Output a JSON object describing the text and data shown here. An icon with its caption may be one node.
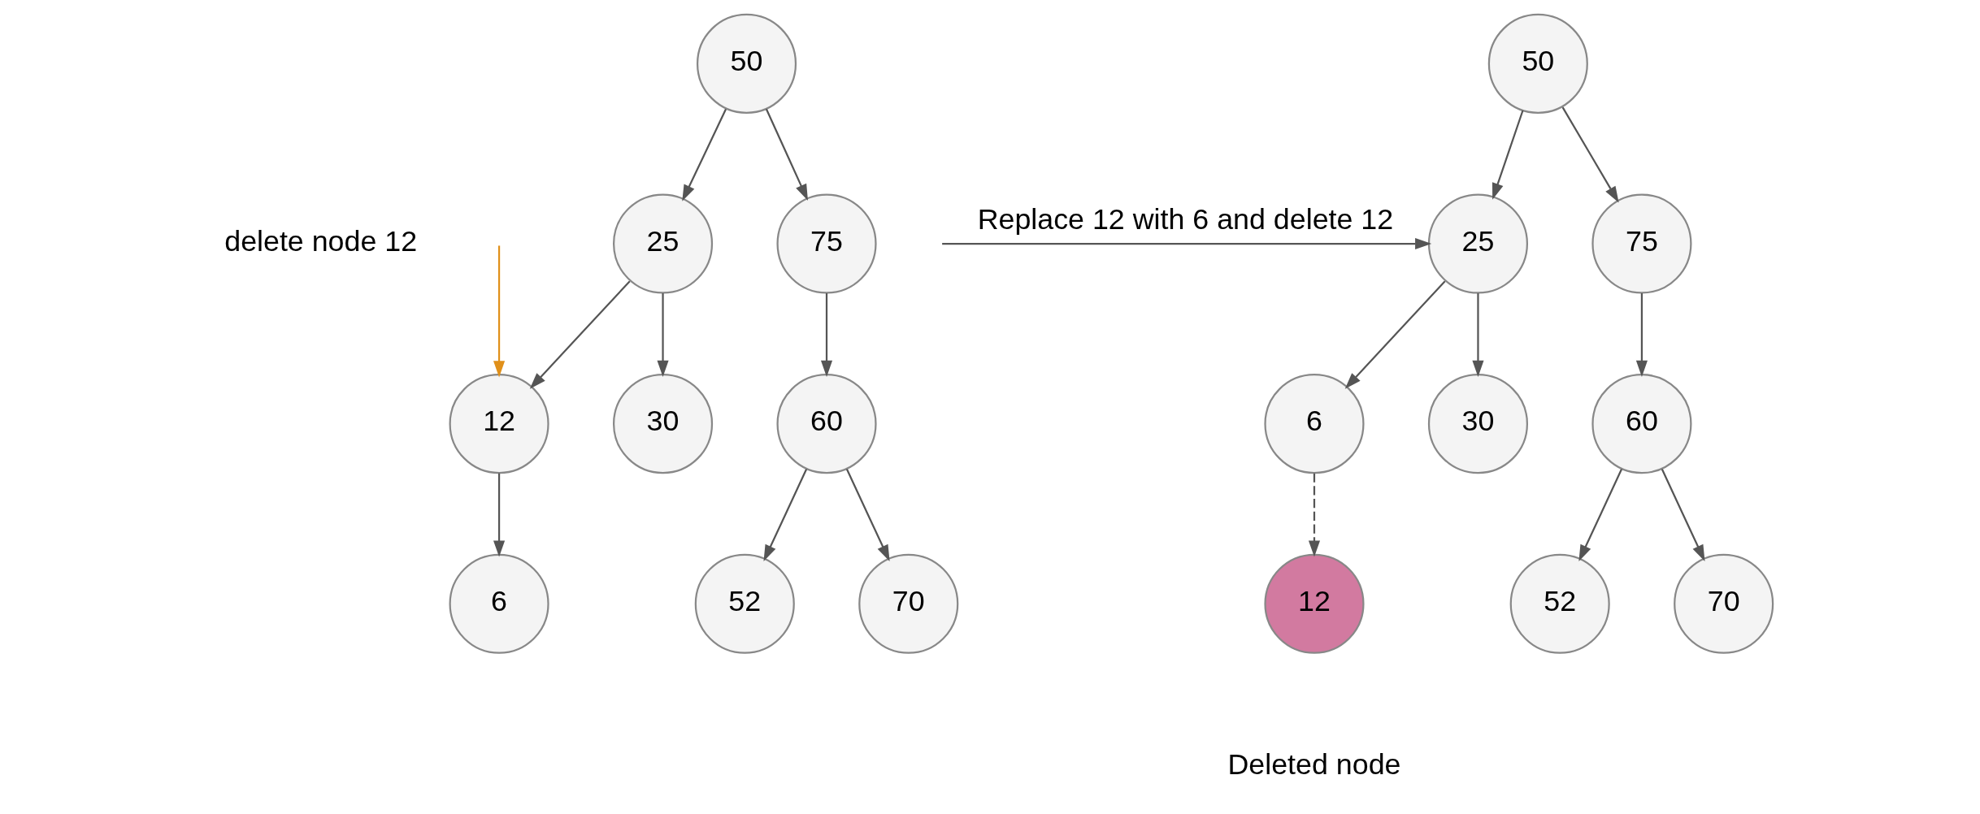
{
  "diagram": {
    "nodes": [
      {
        "text": [
          "50"
        ]
      },
      {
        "text": [
          "25"
        ]
      },
      {
        "text": [
          "75"
        ]
      },
      {
        "text": [
          "12"
        ]
      },
      {
        "text": [
          "30"
        ]
      },
      {
        "text": [
          "60"
        ]
      },
      {
        "text": [
          "6"
        ]
      },
      {
        "text": [
          "52"
        ]
      },
      {
        "text": [
          "70"
        ]
      },
      {
        "text": [
          "50"
        ]
      },
      {
        "text": [
          "25"
        ]
      },
      {
        "text": [
          "75"
        ]
      },
      {
        "text": [
          "6"
        ]
      },
      {
        "text": [
          "30"
        ]
      },
      {
        "text": [
          "60"
        ]
      },
      {
        "text": [
          "12"
        ],
        "beside": [
          "Deleted node"
        ]
      },
      {
        "text": [
          "52"
        ]
      },
      {
        "text": [
          "70"
        ]
      }
    ],
    "edges": [
      {
        "from": 0,
        "to": 1,
        "arrow": "to"
      },
      {
        "from": 0,
        "to": 2,
        "arrow": "to"
      },
      {
        "from": 1,
        "to": 3,
        "arrow": "to"
      },
      {
        "from": 1,
        "to": 4,
        "arrow": "to"
      },
      {
        "from": 2,
        "to": 5,
        "arrow": "to"
      },
      {
        "from": 3,
        "to": 6,
        "arrow": "to"
      },
      {
        "from": 5,
        "to": 7,
        "arrow": "to"
      },
      {
        "from": 5,
        "to": 8,
        "arrow": "to"
      },
      {
        "from": null,
        "to": 3,
        "arrow": "to",
        "color": "#e0901a"
      },
      {
        "from": null,
        "to": 10,
        "arrow": "to",
        "label": "Replace 12 with 6 and delete 12"
      },
      {
        "from": 9,
        "to": 10,
        "arrow": "to"
      },
      {
        "from": 9,
        "to": 11,
        "arrow": "to"
      },
      {
        "from": 10,
        "to": 12,
        "arrow": "to"
      },
      {
        "from": 10,
        "to": 13,
        "arrow": "to"
      },
      {
        "from": 11,
        "to": 14,
        "arrow": "to"
      },
      {
        "from": 12,
        "to": 15,
        "arrow": "to",
        "style": "dashed"
      },
      {
        "from": 14,
        "to": 16,
        "arrow": "to"
      },
      {
        "from": 14,
        "to": 17,
        "arrow": "to"
      }
    ],
    "labels": [
      "delete node 12"
    ]
  }
}
